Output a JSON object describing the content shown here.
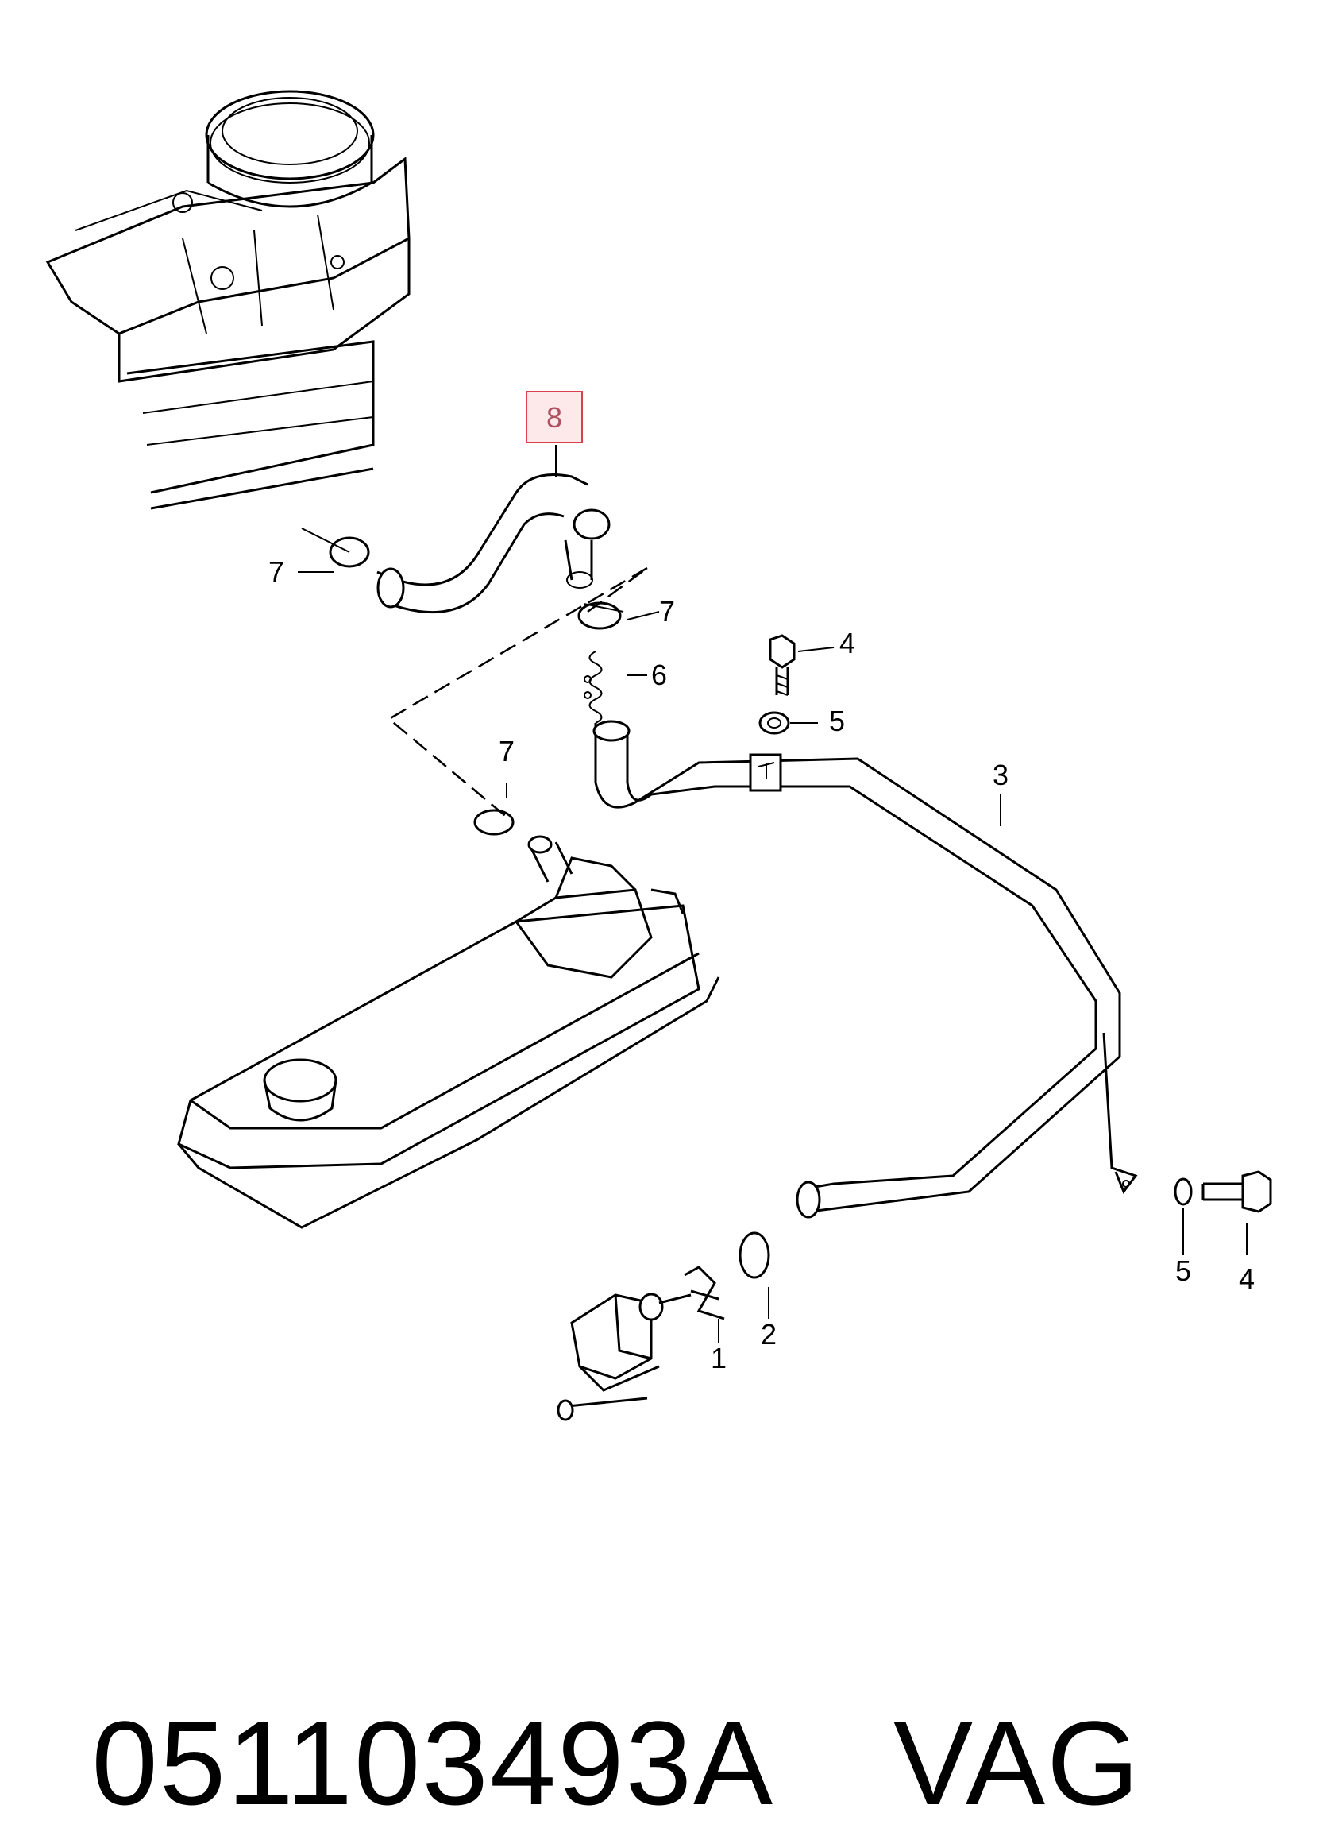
{
  "diagram": {
    "callouts": [
      {
        "id": "c8",
        "label": "8",
        "highlighted": true
      },
      {
        "id": "c7a",
        "label": "7"
      },
      {
        "id": "c7b",
        "label": "7"
      },
      {
        "id": "c7c",
        "label": "7"
      },
      {
        "id": "c6",
        "label": "6"
      },
      {
        "id": "c4a",
        "label": "4"
      },
      {
        "id": "c5a",
        "label": "5"
      },
      {
        "id": "c3",
        "label": "3"
      },
      {
        "id": "c1",
        "label": "1"
      },
      {
        "id": "c2",
        "label": "2"
      },
      {
        "id": "c5b",
        "label": "5"
      },
      {
        "id": "c4b",
        "label": "4"
      }
    ],
    "highlight_color": "#d94050"
  },
  "footer": {
    "part_number": "051103493A",
    "brand": "VAG"
  }
}
